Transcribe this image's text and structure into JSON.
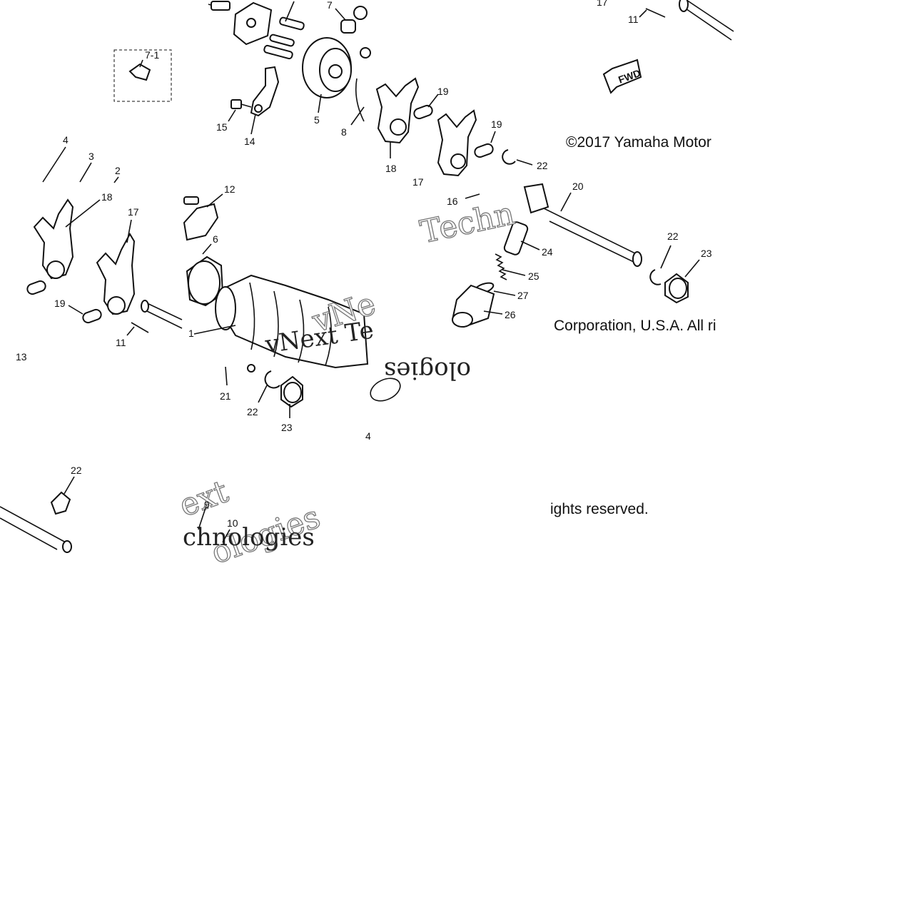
{
  "copyright": {
    "line1": "©2017 Yamaha Motor",
    "line2": "Corporation, U.S.A. All ri",
    "line3": "ights reserved."
  },
  "watermark": {
    "w1": "Techn",
    "w2": "vNext Te",
    "w3": "ologies",
    "w4": "vNe",
    "w5": "ext",
    "w6": "ologies",
    "w7": "chnologies"
  },
  "fwd_label": "FWD",
  "inset_label": "7-1",
  "part_labels": {
    "p1": "1",
    "p2": "2",
    "p3": "3",
    "p4a": "4",
    "p4b": "4",
    "p5": "5",
    "p6": "6",
    "p7": "7",
    "p8": "8",
    "p9": "9",
    "p10": "10",
    "p11a": "11",
    "p11b": "11",
    "p12": "12",
    "p13": "13",
    "p14": "14",
    "p15": "15",
    "p16": "16",
    "p17a": "17",
    "p17b": "17",
    "p17c": "17",
    "p18a": "18",
    "p18b": "18",
    "p19a": "19",
    "p19b": "19",
    "p19c": "19",
    "p20": "20",
    "p21": "21",
    "p22a": "22",
    "p22b": "22",
    "p22c": "22",
    "p22d": "22",
    "p23a": "23",
    "p23b": "23",
    "p24": "24",
    "p25": "25",
    "p26": "26",
    "p27": "27"
  }
}
